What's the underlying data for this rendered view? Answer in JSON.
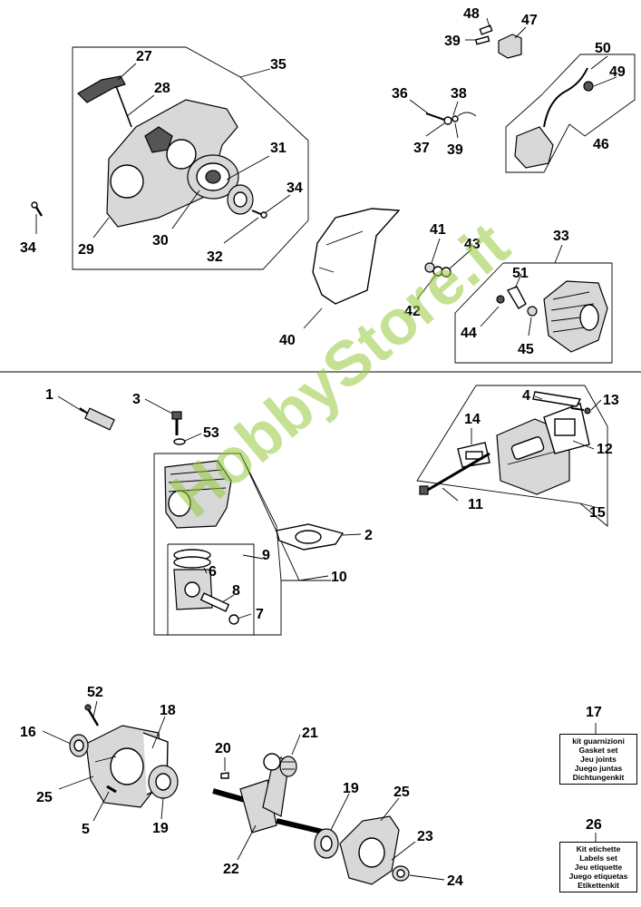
{
  "callouts": {
    "c1": "1",
    "c2": "2",
    "c3": "3",
    "c4": "4",
    "c5": "5",
    "c6": "6",
    "c7": "7",
    "c8": "8",
    "c9": "9",
    "c10": "10",
    "c11": "11",
    "c12": "12",
    "c13": "13",
    "c14": "14",
    "c15": "15",
    "c16": "16",
    "c17": "17",
    "c18": "18",
    "c19a": "19",
    "c19b": "19",
    "c20": "20",
    "c21": "21",
    "c22": "22",
    "c23": "23",
    "c24": "24",
    "c25a": "25",
    "c25b": "25",
    "c26": "26",
    "c27": "27",
    "c28": "28",
    "c29": "29",
    "c30": "30",
    "c31": "31",
    "c32": "32",
    "c33": "33",
    "c34a": "34",
    "c34b": "34",
    "c35": "35",
    "c36": "36",
    "c37": "37",
    "c38": "38",
    "c39a": "39",
    "c39b": "39",
    "c40": "40",
    "c41": "41",
    "c42": "42",
    "c43": "43",
    "c44": "44",
    "c45": "45",
    "c46": "46",
    "c47": "47",
    "c48": "48",
    "c49": "49",
    "c50": "50",
    "c51": "51",
    "c52": "52",
    "c53": "53"
  },
  "gasket_kit": [
    "kit guarnizioni",
    "Gasket set",
    "Jeu  joints",
    "Juego juntas",
    "Dichtungenkit"
  ],
  "labels_kit": [
    "Kit etichette",
    "Labels set",
    "Jeu etiquette",
    "Juego etiquetas",
    "Etikettenkit"
  ],
  "watermark": "HobbyStore.it",
  "colors": {
    "watermark": "#96c83c",
    "line": "#000000",
    "background": "#ffffff"
  }
}
